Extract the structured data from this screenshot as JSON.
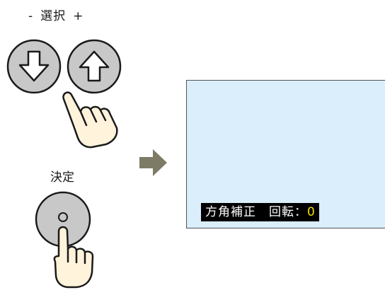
{
  "labels": {
    "minus": "-",
    "select": "選択",
    "plus": "+",
    "decide": "決定"
  },
  "screen": {
    "osd": {
      "item": "方角補正",
      "param": "回転",
      "separator": "：",
      "value": "0"
    }
  },
  "icons": {
    "down_button": "down-arrow-icon",
    "up_button": "up-arrow-icon",
    "enter_button": "circle-icon",
    "hand": "pointing-hand-icon",
    "arrow": "right-arrow-icon"
  },
  "colors": {
    "button_fill": "#c8c8c8",
    "screen_bg": "#daeefb",
    "osd_bg": "#000000",
    "osd_value": "#f2e000",
    "arrow": "#7d7a66",
    "hand_fill": "#fff3dc"
  }
}
